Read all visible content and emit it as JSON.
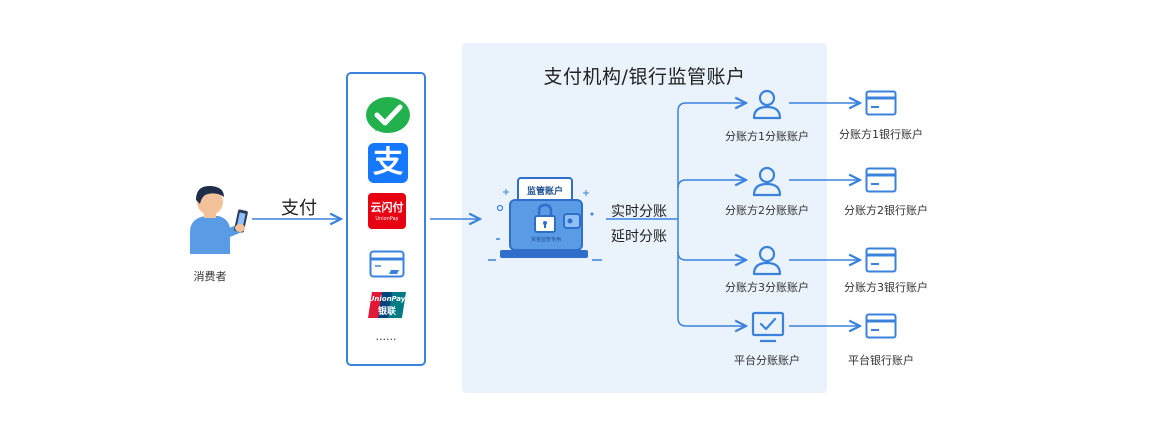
{
  "consumer_label": "消费者",
  "pay_label": "支付",
  "payment_methods": {
    "alipay_glyph": "支",
    "unionpay_cloud_text": "云闪付",
    "unionpay_cloud_sub": "UnionPay",
    "unionpay_text": "UnionPay",
    "unionpay_cn": "银联",
    "more": "......"
  },
  "panel_title": "支付机构/银行监管账户",
  "escrow": {
    "tag": "监管账户",
    "sub": "资金监管专用",
    "realtime_label": "实时分账",
    "delayed_label": "延时分账"
  },
  "receivers": [
    {
      "label": "分账方1分账账户",
      "bank": "分账方1银行账户",
      "icon": "user-icon"
    },
    {
      "label": "分账方2分账账户",
      "bank": "分账方2银行账户",
      "icon": "user-icon"
    },
    {
      "label": "分账方3分账账户",
      "bank": "分账方3银行账户",
      "icon": "user-icon"
    },
    {
      "label": "平台分账账户",
      "bank": "平台银行账户",
      "icon": "monitor-check-icon"
    }
  ],
  "colors": {
    "accent": "#3b82dd",
    "panel_bg": "#eaf2fc",
    "wechat": "#22b14c",
    "alipay": "#1677ff",
    "cloudpay": "#e60012"
  }
}
